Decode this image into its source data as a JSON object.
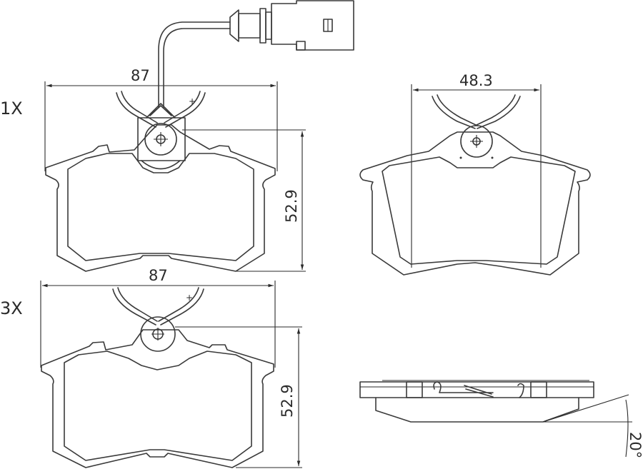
{
  "drawing": {
    "views": [
      {
        "id": "pad-with-sensor",
        "quantity_label": "1X",
        "width_dim": "87",
        "height_dim": "52.9",
        "has_wear_sensor": true
      },
      {
        "id": "pad-back-view",
        "width_dim": "48.3"
      },
      {
        "id": "pad-without-sensor",
        "quantity_label": "3X",
        "width_dim": "87",
        "height_dim": "52.9"
      },
      {
        "id": "pad-side-view",
        "chamfer_angle": "20°"
      }
    ],
    "colors": {
      "line": "#3a3a3a",
      "background": "#ffffff"
    }
  }
}
